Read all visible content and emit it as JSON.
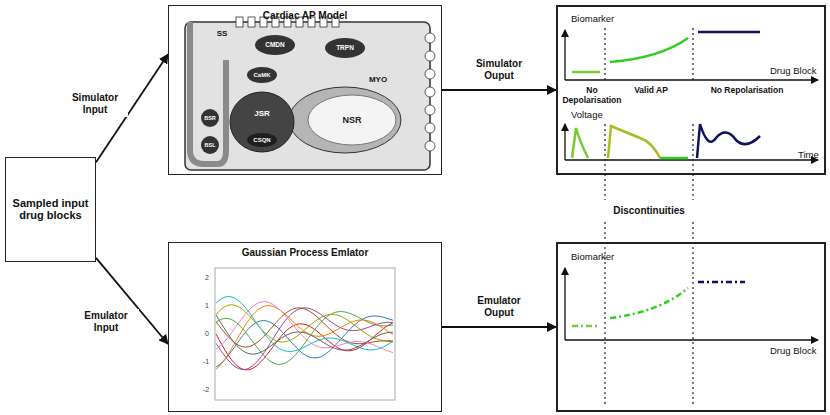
{
  "diagram": {
    "nodes": [
      {
        "text": [
          "Sampled input drug blocks"
        ]
      },
      {
        "text": [
          "Cardiac AP Model"
        ]
      },
      {
        "text": [
          "Gaussian Process Emlator"
        ]
      },
      {
        "text": [
          "Biomarker",
          "Drug Block",
          "No Depolarisation",
          "Valid AP",
          "No Repolarisation",
          "Voltage",
          "Time"
        ]
      },
      {
        "text": [
          "Biomarker",
          "Drug Block"
        ]
      }
    ],
    "edges": [
      {
        "from": 0,
        "to": 1,
        "arrow": "to",
        "label": "Simulator Input"
      },
      {
        "from": 0,
        "to": 2,
        "arrow": "to",
        "label": "Emulator Input"
      },
      {
        "from": 1,
        "to": 3,
        "arrow": "to",
        "label": "Simulator Ouput"
      },
      {
        "from": 2,
        "to": 4,
        "arrow": "to",
        "label": "Emulator Ouput"
      }
    ],
    "labels": [
      "Discontinuities",
      "SS",
      "MYO",
      "CMDN",
      "TRPN",
      "CaMK",
      "JSR",
      "CSQN",
      "NSR",
      "BSR",
      "BSL",
      "2",
      "1",
      "0",
      "-1",
      "-2"
    ]
  }
}
